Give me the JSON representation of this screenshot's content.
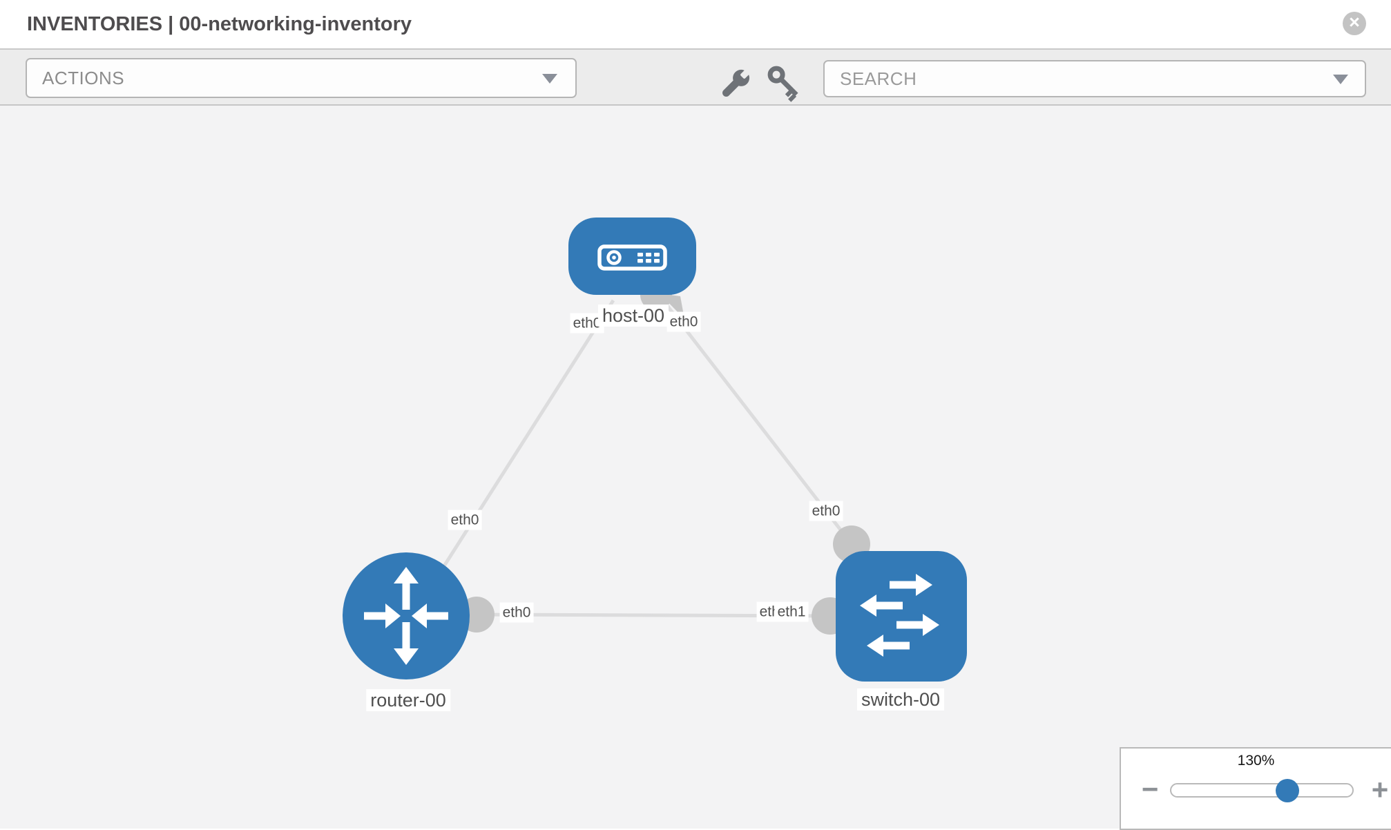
{
  "header": {
    "title": "INVENTORIES | 00-networking-inventory",
    "close_glyph": "×"
  },
  "toolbar": {
    "actions_label": "ACTIONS",
    "search_label": "SEARCH",
    "icons": {
      "wrench": "wrench-icon",
      "key": "key-icon",
      "caret": "caret-down-icon"
    }
  },
  "topology": {
    "nodes": [
      {
        "id": "host-00",
        "type": "host",
        "label": "host-00"
      },
      {
        "id": "router-00",
        "type": "router",
        "label": "router-00"
      },
      {
        "id": "switch-00",
        "type": "switch",
        "label": "switch-00"
      }
    ],
    "interfaces": {
      "host_left": "eth0",
      "host_right": "eth0",
      "router_uplink": "eth0",
      "router_right": "eth0",
      "switch_left_under": "eth0",
      "switch_left_over": "eth1",
      "switch_top": "eth0"
    },
    "links": [
      {
        "from": "router-00",
        "from_interface": "eth0",
        "to": "host-00",
        "to_interface": "eth0"
      },
      {
        "from": "switch-00",
        "from_interface": "eth0",
        "to": "host-00",
        "to_interface": "eth0"
      },
      {
        "from": "router-00",
        "from_interface": "eth0",
        "to": "switch-00",
        "to_interface": "eth1"
      }
    ]
  },
  "zoom_control": {
    "level": "130%",
    "minus_glyph": "−",
    "plus_glyph": "+"
  },
  "colors": {
    "node_blue": "#337ab7",
    "link_gray": "#dcdcdd",
    "port_gray": "#c5c5c5",
    "icon_gray": "#6e7277",
    "toolbar_bg": "#ececec",
    "canvas_bg": "#f3f3f4"
  }
}
